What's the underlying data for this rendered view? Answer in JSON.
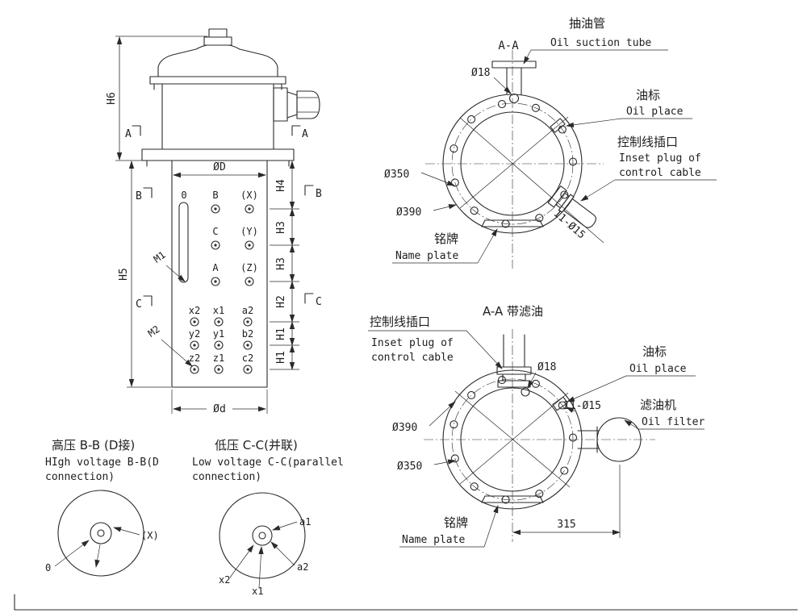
{
  "front_view": {
    "dims": {
      "d_major": "ØD",
      "d_minor": "Ød",
      "h6": "H6",
      "h5": "H5",
      "h4": "H4",
      "h3a": "H3",
      "h3b": "H3",
      "h2": "H2",
      "h1a": "H1",
      "h1b": "H1"
    },
    "marks": {
      "a": "A",
      "b": "B",
      "c": "C"
    },
    "terminals": {
      "m1": "M1",
      "m2": "M2",
      "row1": {
        "n0": "0",
        "b": "B",
        "x": "(X)"
      },
      "row2": {
        "c": "C",
        "y": "(Y)"
      },
      "row3": {
        "a": "A",
        "z": "(Z)"
      },
      "row4": {
        "x2": "x2",
        "x1": "x1",
        "a2": "a2"
      },
      "row5": {
        "y2": "y2",
        "y1": "y1",
        "b2": "b2"
      },
      "row6": {
        "z2": "z2",
        "z1": "z1",
        "c2": "c2"
      }
    }
  },
  "section_aa": {
    "title": "A-A",
    "labels": {
      "suction_cn": "抽油管",
      "suction_en": "Oil suction tube",
      "oil_cn": "油标",
      "oil_en": "Oil place",
      "plug_cn": "控制线插口",
      "plug_en1": "Inset plug of",
      "plug_en2": "control cable",
      "plate_cn": "铭牌",
      "plate_en": "Name plate"
    },
    "dims": {
      "d18": "Ø18",
      "d350": "Ø350",
      "d390": "Ø390",
      "holes": "11-Ø15"
    }
  },
  "section_aa_filter": {
    "title": "A-A 带滤油",
    "labels": {
      "plug_cn": "控制线插口",
      "plug_en1": "Inset plug of",
      "plug_en2": "control cable",
      "oil_cn": "油标",
      "oil_en": "Oil place",
      "filter_cn": "滤油机",
      "filter_en": "Oil filter",
      "plate_cn": "铭牌",
      "plate_en": "Name plate"
    },
    "dims": {
      "d18": "Ø18",
      "d350": "Ø350",
      "d390": "Ø390",
      "holes": "11-Ø15",
      "width": "315"
    }
  },
  "detail_bb": {
    "title_cn": "高压 B-B (D接)",
    "title_en1": "HIgh voltage B-B(D",
    "title_en2": "connection)",
    "labels": {
      "x": "(X)",
      "zero": "0"
    }
  },
  "detail_cc": {
    "title_cn": "低压 C-C(并联)",
    "title_en1": "Low voltage C-C(parallel",
    "title_en2": "connection)",
    "labels": {
      "a1": "a1",
      "a2": "a2",
      "x2": "x2",
      "x1": "x1"
    }
  },
  "colors": {
    "line": "#2a2a2a",
    "background": "#ffffff"
  }
}
